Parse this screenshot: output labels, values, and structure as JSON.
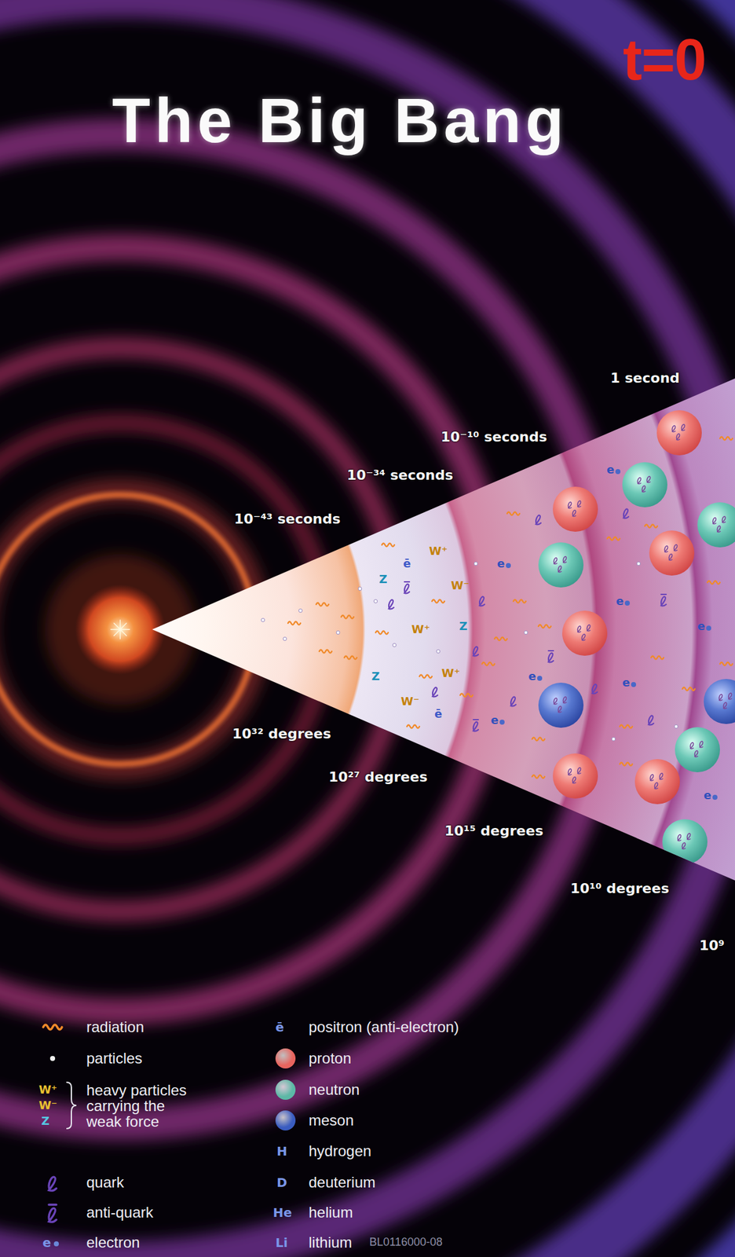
{
  "diagram": {
    "title": "The Big Bang",
    "labels": [
      "t=0",
      "1 second",
      "10⁻¹⁰ seconds",
      "10⁻³⁴ seconds",
      "10⁻⁴³ seconds",
      "10³² degrees",
      "10²⁷ degrees",
      "10¹⁵ degrees",
      "10¹⁰ degrees",
      "10⁹",
      "W⁺",
      "W⁺",
      "W⁺",
      "W⁻",
      "W⁻",
      "Z",
      "Z",
      "Z",
      "ē",
      "ē",
      "e",
      "e",
      "e",
      "e",
      "e",
      "e",
      "e",
      "e",
      "W⁺",
      "W⁻",
      "Z",
      "e",
      "ē",
      "H",
      "D",
      "He",
      "Li",
      "BL0116000-08"
    ],
    "legend": [
      {
        "text": "radiation"
      },
      {
        "text": "particles"
      },
      {
        "text": "heavy particles carrying the weak force"
      },
      {
        "text": "quark"
      },
      {
        "text": "anti-quark"
      },
      {
        "text": "electron"
      },
      {
        "text": "positron (anti-electron)"
      },
      {
        "text": "proton",
        "color": "#e8645e"
      },
      {
        "text": "neutron",
        "color": "#5cb8a6"
      },
      {
        "text": "meson",
        "color": "#3a5cc0"
      },
      {
        "text": "hydrogen"
      },
      {
        "text": "deuterium"
      },
      {
        "text": "helium"
      },
      {
        "text": "lithium"
      }
    ]
  }
}
